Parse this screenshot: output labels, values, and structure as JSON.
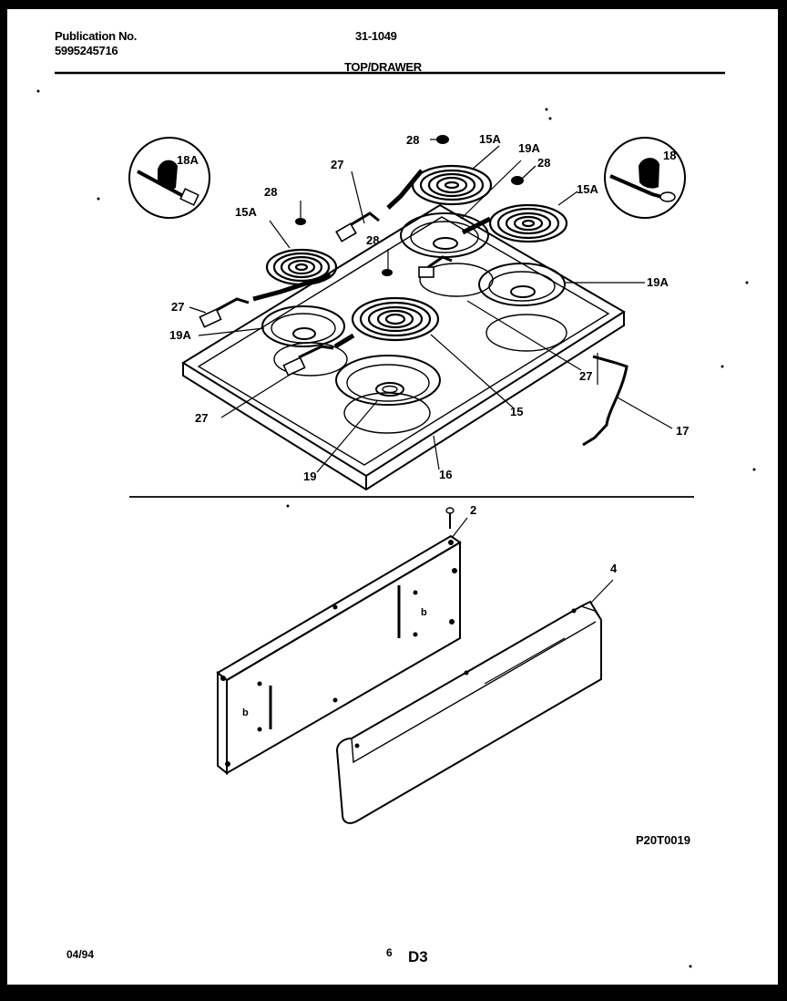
{
  "header": {
    "publication_label": "Publication No.",
    "publication_number": "5995245716",
    "model": "31-1049",
    "section_title": "TOP/DRAWER"
  },
  "callouts": {
    "c18A_left": "18A",
    "c18_right": "18",
    "c27_top": "27",
    "c28_top": "28",
    "c15A_top": "15A",
    "c19A_top": "19A",
    "c28_right": "28",
    "c15A_right": "15A",
    "c28_left": "28",
    "c15A_left": "15A",
    "c28_mid": "28",
    "c27_left": "27",
    "c19A_left": "19A",
    "c19A_right": "19A",
    "c27_right": "27",
    "c27_bottom": "27",
    "c15": "15",
    "c17": "17",
    "c19": "19",
    "c16": "16",
    "c2": "2",
    "c4": "4"
  },
  "diagram_code": "P20T0019",
  "footer": {
    "date": "04/94",
    "page_number": "6",
    "page_code": "D3"
  }
}
